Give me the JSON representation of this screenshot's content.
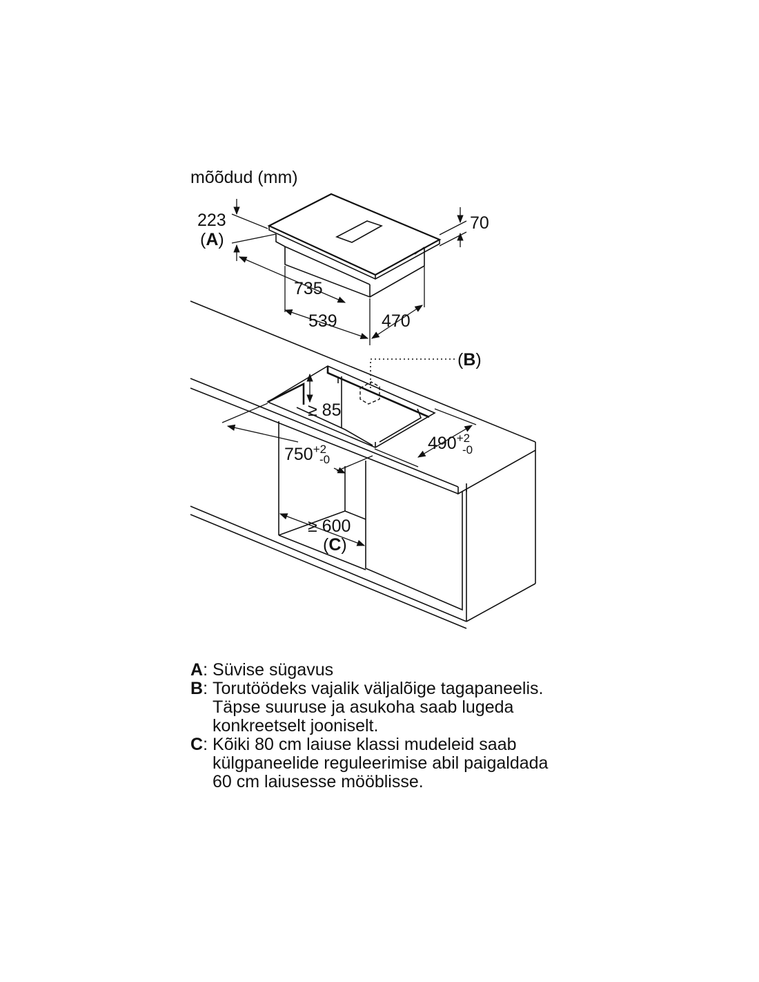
{
  "unit_label": "mõõdud (mm)",
  "hob": {
    "depth_a": "223",
    "ref_a": "A",
    "height": "70",
    "width": "735",
    "depth_lower": "539",
    "body_depth": "470"
  },
  "cabinet": {
    "ref_b": "B",
    "min_gap": "≥ 85",
    "cutout_width": "750",
    "cutout_depth": "490",
    "tol_plus": "+2",
    "tol_minus": "-0",
    "min_width": "≥ 600",
    "ref_c": "C"
  },
  "legend": [
    {
      "key": "A",
      "lines": [
        "Süvise sügavus"
      ]
    },
    {
      "key": "B",
      "lines": [
        "Torutöödeks vajalik väljalõige tagapaneelis.",
        "Täpse suuruse ja asukoha saab lugeda",
        "konkreetselt jooniselt."
      ]
    },
    {
      "key": "C",
      "lines": [
        "Kõiki 80 cm laiuse klassi mudeleid saab",
        "külgpaneelide reguleerimise abil paigaldada",
        "60 cm laiusesse mööblisse."
      ]
    }
  ]
}
